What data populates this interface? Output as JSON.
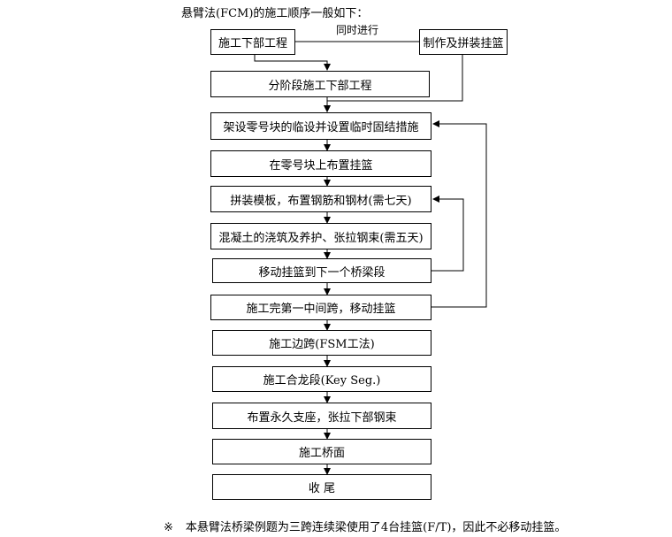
{
  "title": "悬臂法(FCM)的施工顺序一般如下：",
  "simultaneous_label": "同时进行",
  "boxes": {
    "substructure": "施工下部工程",
    "traveler": "制作及拼装挂篮",
    "stage_substructure": "分阶段施工下部工程",
    "pier_table": "架设零号块的临设并设置临时固结措施",
    "install_traveler": "在零号块上布置挂篮",
    "formwork": "拼装模板，布置钢筋和钢材(需七天)",
    "concrete": "混凝土的浇筑及养护、张拉钢束(需五天)",
    "move_traveler": "移动挂篮到下一个桥梁段",
    "mid_span": "施工完第一中间跨，移动挂篮",
    "side_span": "施工边跨(FSM工法)",
    "closure": "施工合龙段(Key Seg.)",
    "bearings": "布置永久支座，张拉下部钢束",
    "deck": "施工桥面",
    "finish": "收 尾"
  },
  "footer": {
    "mark": "※",
    "text": "本悬臂法桥梁例题为三跨连续梁使用了4台挂篮(F/T)，因此不必移动挂篮。"
  }
}
